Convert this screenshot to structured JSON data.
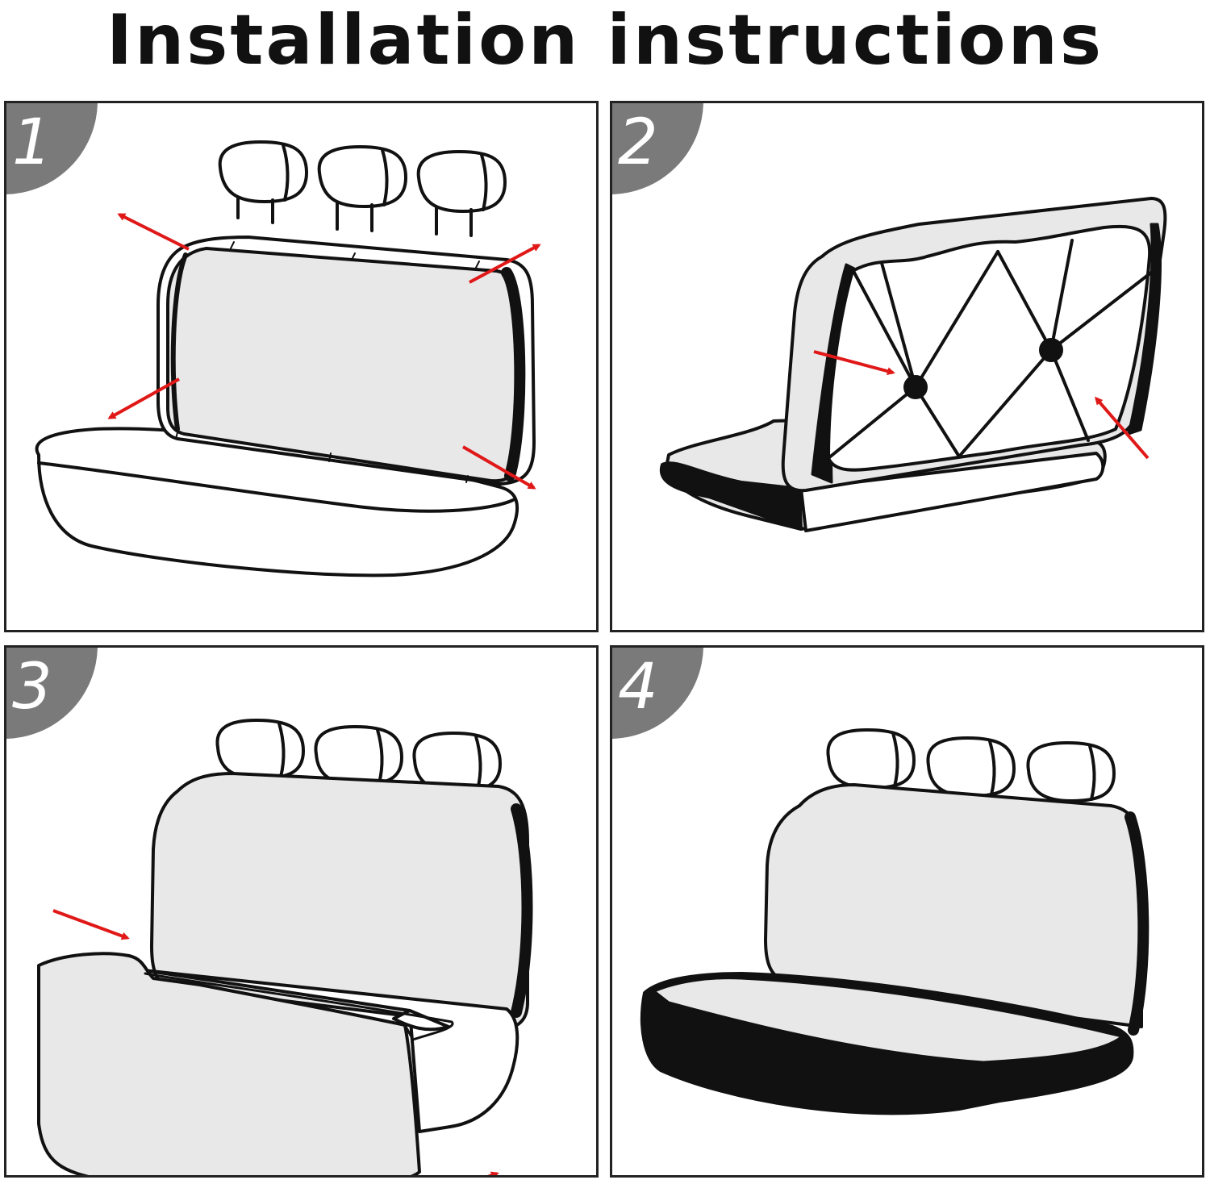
{
  "title": "Installation instructions",
  "colors": {
    "badge": "#7a7a7a",
    "seat_fill": "#e8e8e8",
    "outline": "#111111",
    "arrow": "#e01818",
    "border": "#222222"
  },
  "steps": [
    {
      "number": "1"
    },
    {
      "number": "2"
    },
    {
      "number": "3"
    },
    {
      "number": "4"
    }
  ]
}
